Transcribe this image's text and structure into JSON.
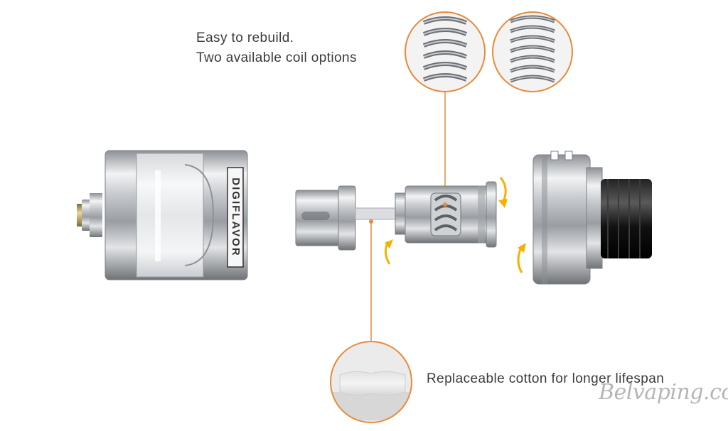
{
  "captions": {
    "rebuild_line1": "Easy to rebuild.",
    "rebuild_line2": "Two available coil options",
    "cotton": "Replaceable cotton for longer lifespan"
  },
  "brand_label": "DIGIFLAVOR",
  "watermark": "Belvaping.com",
  "colors": {
    "accent_orange": "#e88a3a",
    "arrow_yellow": "#f5b100",
    "steel": "#b9bcc0",
    "caption_text": "#3a3a3a"
  }
}
